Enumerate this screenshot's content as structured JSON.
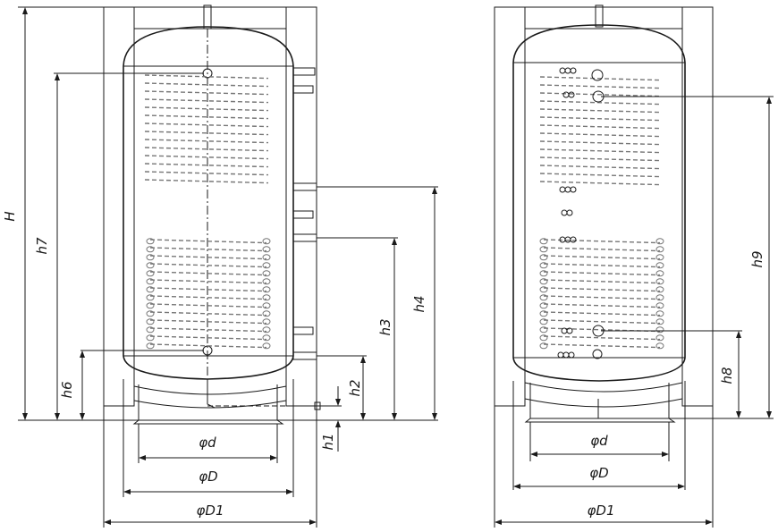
{
  "labels": {
    "height_total": "H",
    "h7": "h7",
    "h6": "h6",
    "h4": "h4",
    "h3": "h3",
    "h2": "h2",
    "h1": "h1",
    "h9": "h9",
    "h8": "h8",
    "d_left": "φd",
    "D_left": "φD",
    "D1_left": "φD1",
    "d_right": "φd",
    "D_right": "φD",
    "D1_right": "φD1"
  },
  "colors": {
    "line": "#1a1a1a",
    "insulation_hatch": "#5a5a5a",
    "coil": "#777777",
    "background": "#ffffff"
  }
}
